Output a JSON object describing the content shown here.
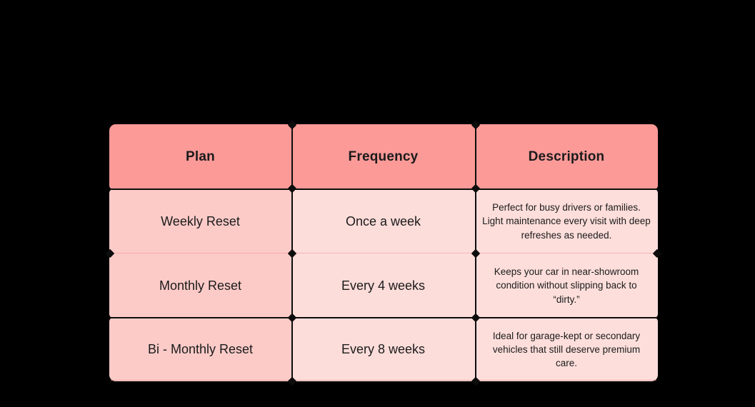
{
  "table": {
    "columns": [
      {
        "key": "plan",
        "header": "Plan"
      },
      {
        "key": "frequency",
        "header": "Frequency"
      },
      {
        "key": "description",
        "header": "Description"
      }
    ],
    "rows": [
      {
        "plan": "Weekly Reset",
        "frequency": "Once a week",
        "description": "Perfect for busy drivers or families. Light maintenance every visit with deep refreshes as needed."
      },
      {
        "plan": "Monthly Reset",
        "frequency": "Every 4 weeks",
        "description": "Keeps your car in near-showroom condition without slipping back to “dirty.”"
      },
      {
        "plan": "Bi - Monthly Reset",
        "frequency": "Every 8 weeks",
        "description": "Ideal for garage-kept or secondary vehicles that still deserve premium care."
      }
    ]
  },
  "colors": {
    "background": "#000000",
    "header_fill": "#fc9a98",
    "plan_cell_fill": "#fccbc8",
    "body_cell_fill": "#fddedb",
    "grid_line": "#0d0d0d",
    "text": "#1b1b1b"
  }
}
